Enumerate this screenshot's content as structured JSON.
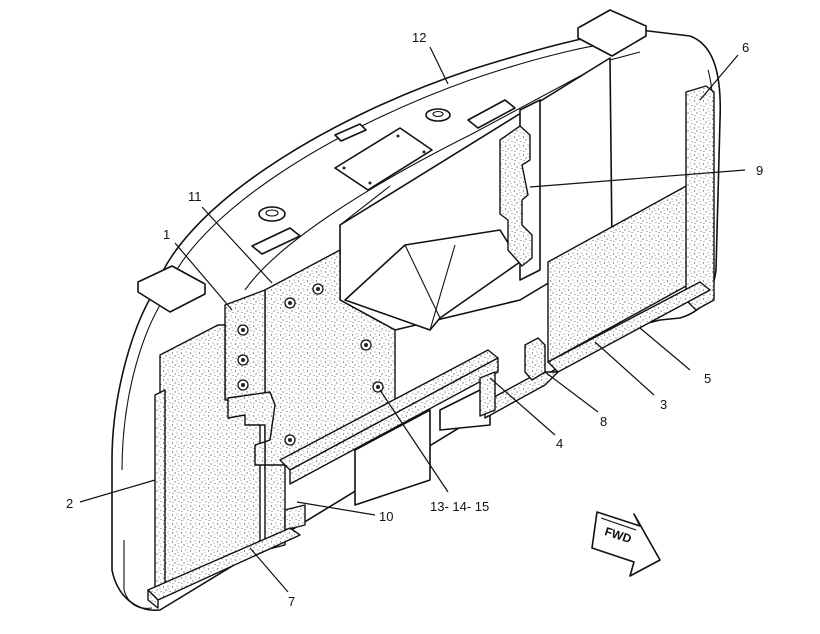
{
  "callouts": [
    {
      "id": "c1",
      "text": "1"
    },
    {
      "id": "c2",
      "text": "2"
    },
    {
      "id": "c3",
      "text": "3"
    },
    {
      "id": "c4",
      "text": "4"
    },
    {
      "id": "c5",
      "text": "5"
    },
    {
      "id": "c6",
      "text": "6"
    },
    {
      "id": "c7",
      "text": "7"
    },
    {
      "id": "c8",
      "text": "8"
    },
    {
      "id": "c9",
      "text": "9"
    },
    {
      "id": "c10",
      "text": "10"
    },
    {
      "id": "c11",
      "text": "11"
    },
    {
      "id": "c12",
      "text": "12"
    },
    {
      "id": "c13",
      "text": "13- 14- 15"
    }
  ],
  "direction_arrow": {
    "text": "FWD"
  },
  "colors": {
    "line": "#111111",
    "background": "#ffffff",
    "stipple": "#444444"
  }
}
